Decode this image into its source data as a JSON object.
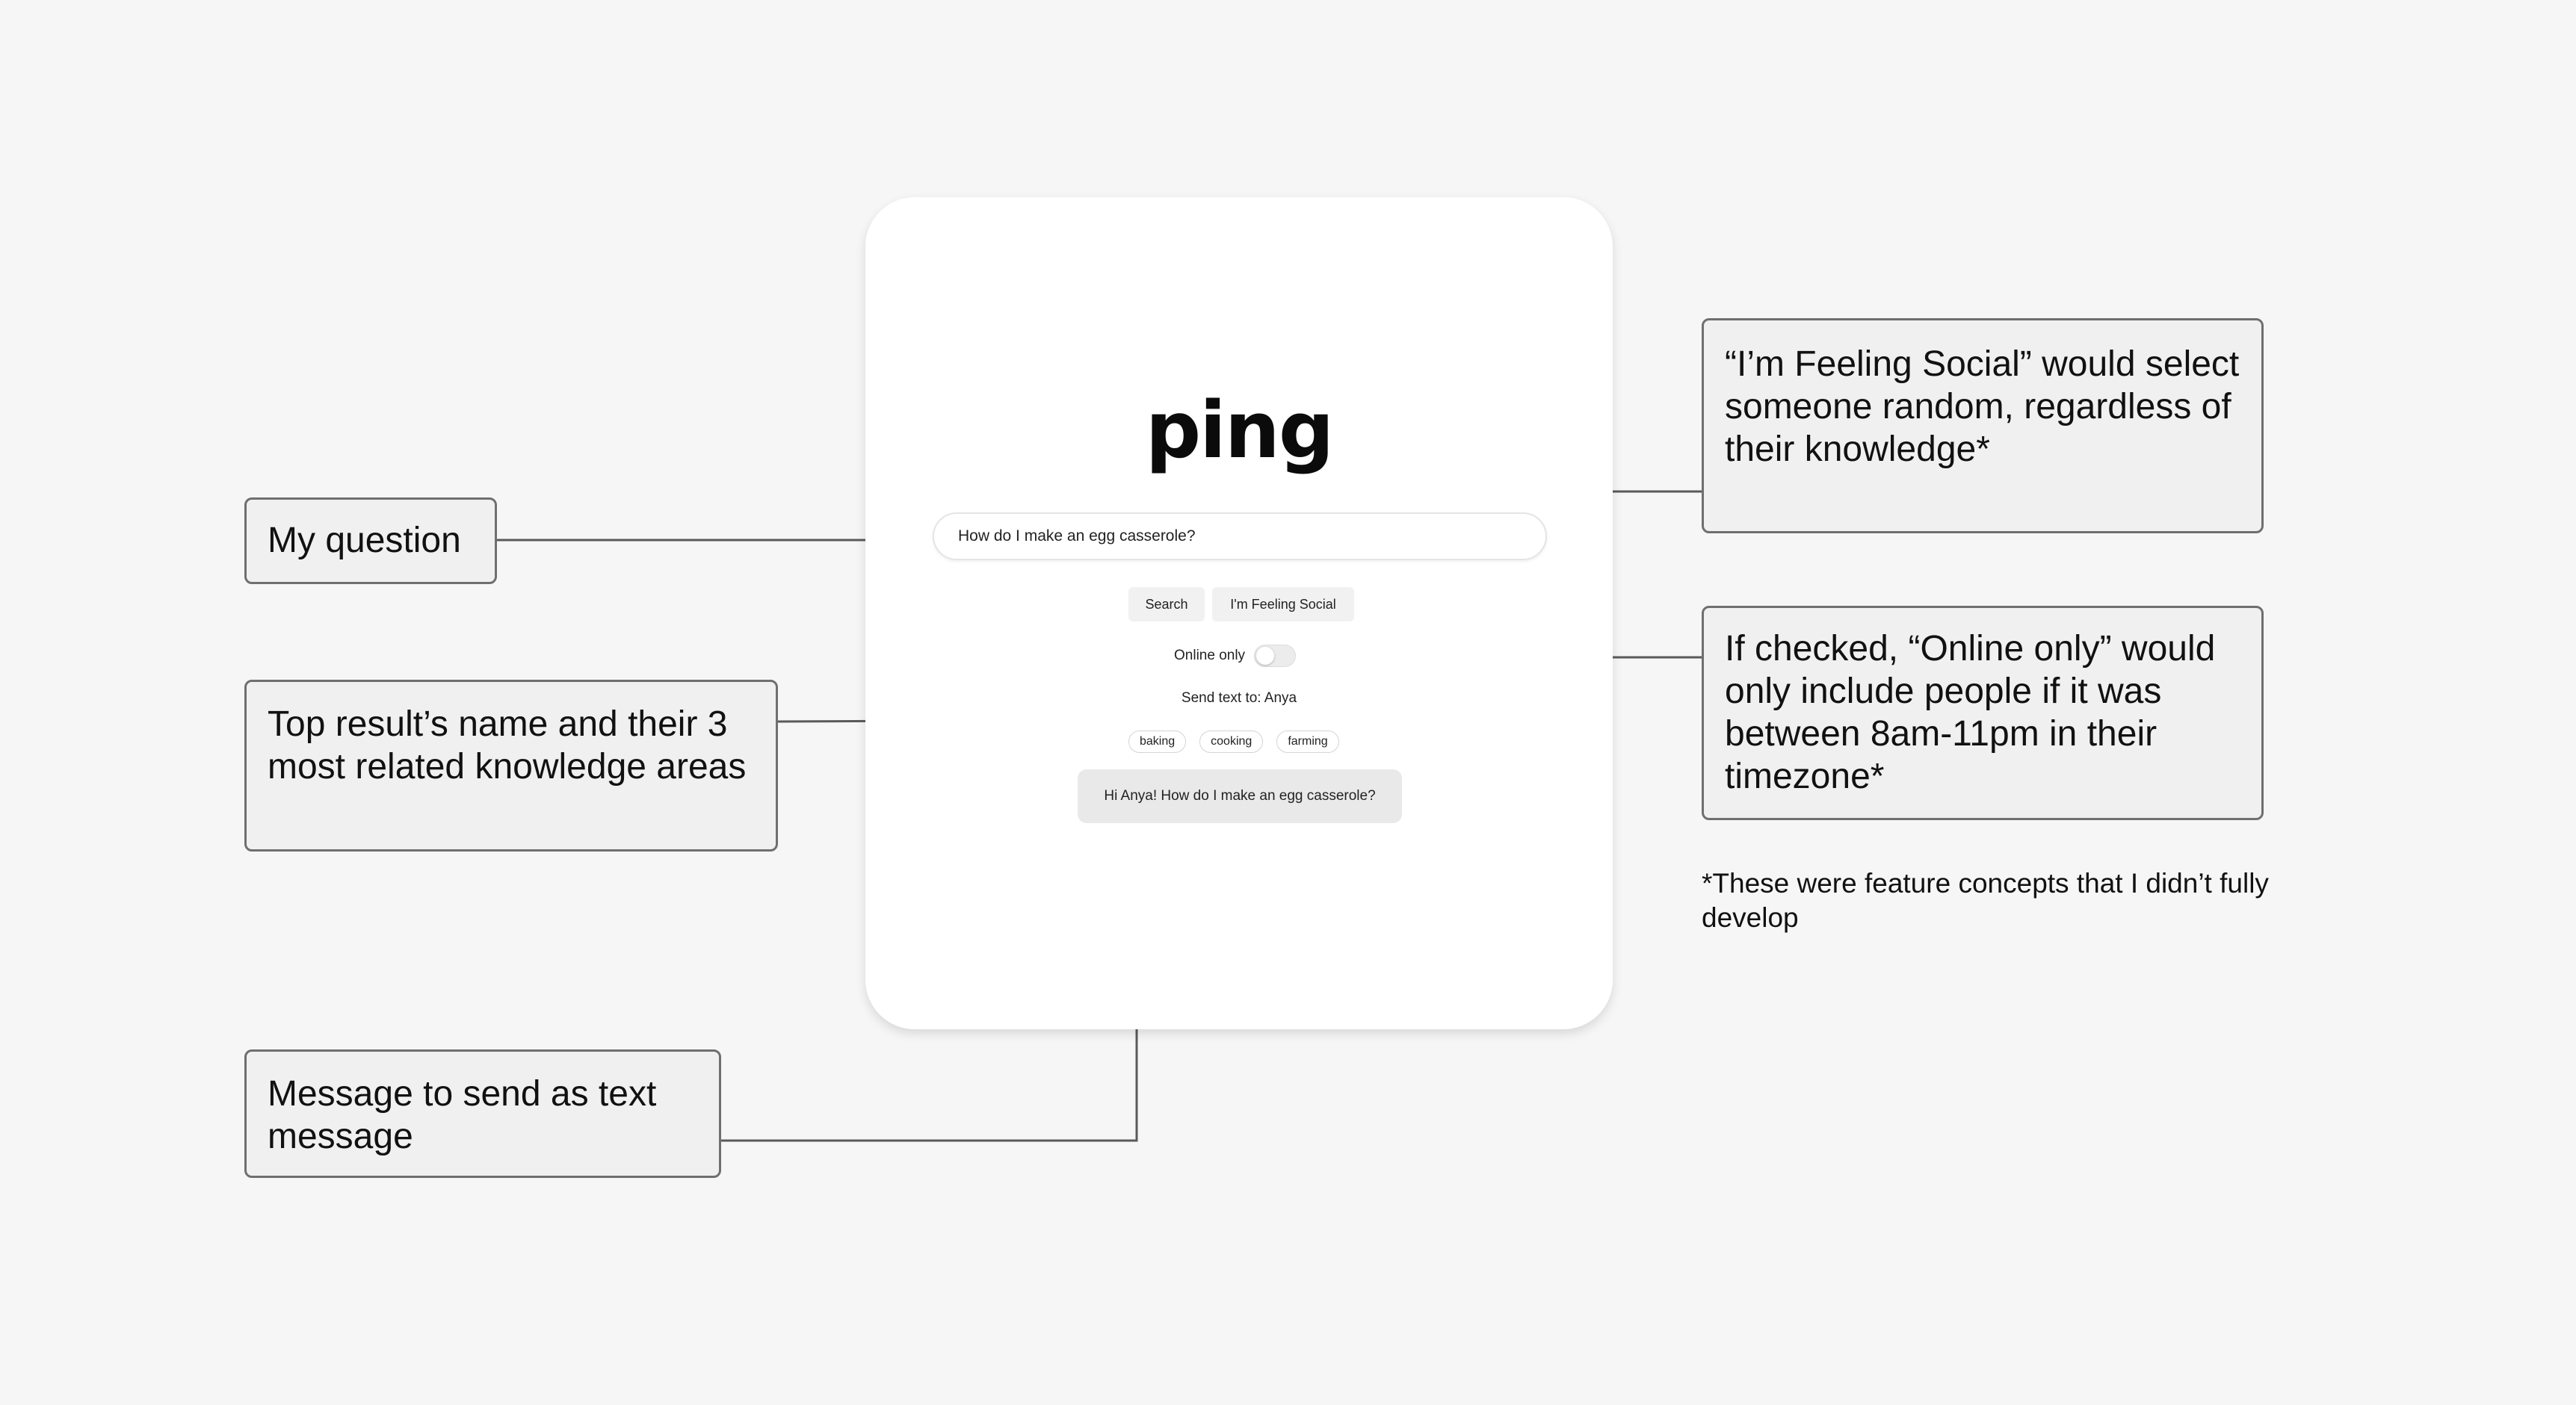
{
  "app": {
    "logo": "ping",
    "search": {
      "value": "How do I make an egg casserole?"
    },
    "buttons": {
      "search": "Search",
      "feeling_social": "I'm Feeling Social"
    },
    "online_toggle": {
      "label": "Online only",
      "checked": false
    },
    "result": {
      "send_text_label": "Send text to: Anya",
      "tags": [
        "baking",
        "cooking",
        "farming"
      ]
    },
    "message": "Hi Anya! How do I make an egg casserole?"
  },
  "annotations": {
    "my_question": "My question",
    "top_result": "Top result’s name and their 3 most related knowledge areas",
    "message_to_send": "Message to send as text message",
    "feeling_social": "“I’m Feeling Social” would select someone random, regardless of their knowledge*",
    "online_only": "If checked, “Online only” would only include people if it was between 8am-11pm in their timezone*",
    "footnote": "*These were feature concepts that I didn’t fully develop"
  },
  "colors": {
    "background": "#f6f6f6",
    "card": "#ffffff",
    "callout_fill": "#f0f0f0",
    "callout_border": "#6f6f6f",
    "connector": "#5a5a5a"
  }
}
